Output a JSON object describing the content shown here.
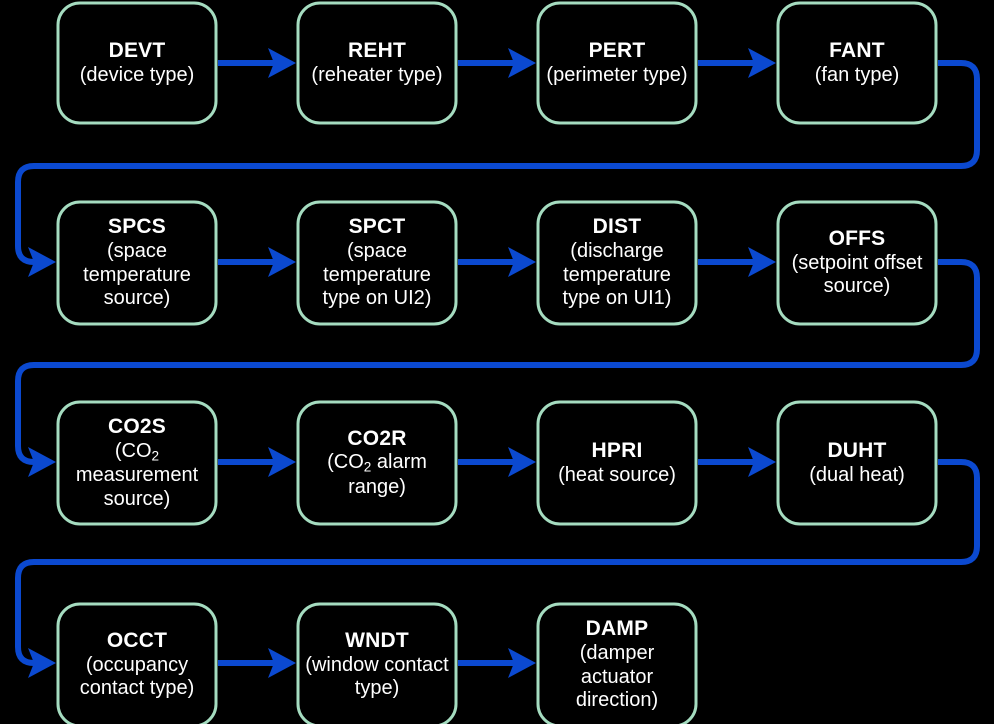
{
  "diagram": {
    "title": "Configuration parameter sequence flow",
    "background_color": "#000000",
    "node_border_color": "#a5dcc0",
    "node_fill_color": "#000000",
    "node_text_color": "#ffffff",
    "connector_color": "#0b49d0",
    "flow_direction": "left-to-right, wrapping to next row",
    "nodes": [
      {
        "id": "DEVT",
        "code": "DEVT",
        "desc": "(device type)",
        "row": 1,
        "col": 1
      },
      {
        "id": "REHT",
        "code": "REHT",
        "desc": "(reheater type)",
        "row": 1,
        "col": 2
      },
      {
        "id": "PERT",
        "code": "PERT",
        "desc": "(perimeter type)",
        "row": 1,
        "col": 3
      },
      {
        "id": "FANT",
        "code": "FANT",
        "desc": "(fan type)",
        "row": 1,
        "col": 4
      },
      {
        "id": "SPCS",
        "code": "SPCS",
        "desc": "(space temperature source)",
        "row": 2,
        "col": 1
      },
      {
        "id": "SPCT",
        "code": "SPCT",
        "desc": "(space temperature type on UI2)",
        "row": 2,
        "col": 2
      },
      {
        "id": "DIST",
        "code": "DIST",
        "desc": "(discharge temperature type on UI1)",
        "row": 2,
        "col": 3
      },
      {
        "id": "OFFS",
        "code": "OFFS",
        "desc": "(setpoint offset source)",
        "row": 2,
        "col": 4
      },
      {
        "id": "CO2S",
        "code": "CO2S",
        "desc": "(CO2 measurement source)",
        "desc_html": "(CO<sub>2</sub> measurement source)",
        "row": 3,
        "col": 1
      },
      {
        "id": "CO2R",
        "code": "CO2R",
        "desc": "(CO2 alarm range)",
        "desc_html": "(CO<sub>2</sub> alarm range)",
        "row": 3,
        "col": 2
      },
      {
        "id": "HPRI",
        "code": "HPRI",
        "desc": "(heat source)",
        "row": 3,
        "col": 3
      },
      {
        "id": "DUHT",
        "code": "DUHT",
        "desc": "(dual heat)",
        "row": 3,
        "col": 4
      },
      {
        "id": "OCCT",
        "code": "OCCT",
        "desc": "(occupancy contact type)",
        "row": 4,
        "col": 1
      },
      {
        "id": "WNDT",
        "code": "WNDT",
        "desc": "(window contact type)",
        "row": 4,
        "col": 2
      },
      {
        "id": "DAMP",
        "code": "DAMP",
        "desc": "(damper actuator direction)",
        "row": 4,
        "col": 3
      }
    ],
    "edges": [
      {
        "from": "DEVT",
        "to": "REHT",
        "kind": "straight"
      },
      {
        "from": "REHT",
        "to": "PERT",
        "kind": "straight"
      },
      {
        "from": "PERT",
        "to": "FANT",
        "kind": "straight"
      },
      {
        "from": "FANT",
        "to": "SPCS",
        "kind": "wrap"
      },
      {
        "from": "SPCS",
        "to": "SPCT",
        "kind": "straight"
      },
      {
        "from": "SPCT",
        "to": "DIST",
        "kind": "straight"
      },
      {
        "from": "DIST",
        "to": "OFFS",
        "kind": "straight"
      },
      {
        "from": "OFFS",
        "to": "CO2S",
        "kind": "wrap"
      },
      {
        "from": "CO2S",
        "to": "CO2R",
        "kind": "straight"
      },
      {
        "from": "CO2R",
        "to": "HPRI",
        "kind": "straight"
      },
      {
        "from": "HPRI",
        "to": "DUHT",
        "kind": "straight"
      },
      {
        "from": "DUHT",
        "to": "OCCT",
        "kind": "wrap"
      },
      {
        "from": "OCCT",
        "to": "WNDT",
        "kind": "straight"
      },
      {
        "from": "WNDT",
        "to": "DAMP",
        "kind": "straight"
      }
    ]
  }
}
